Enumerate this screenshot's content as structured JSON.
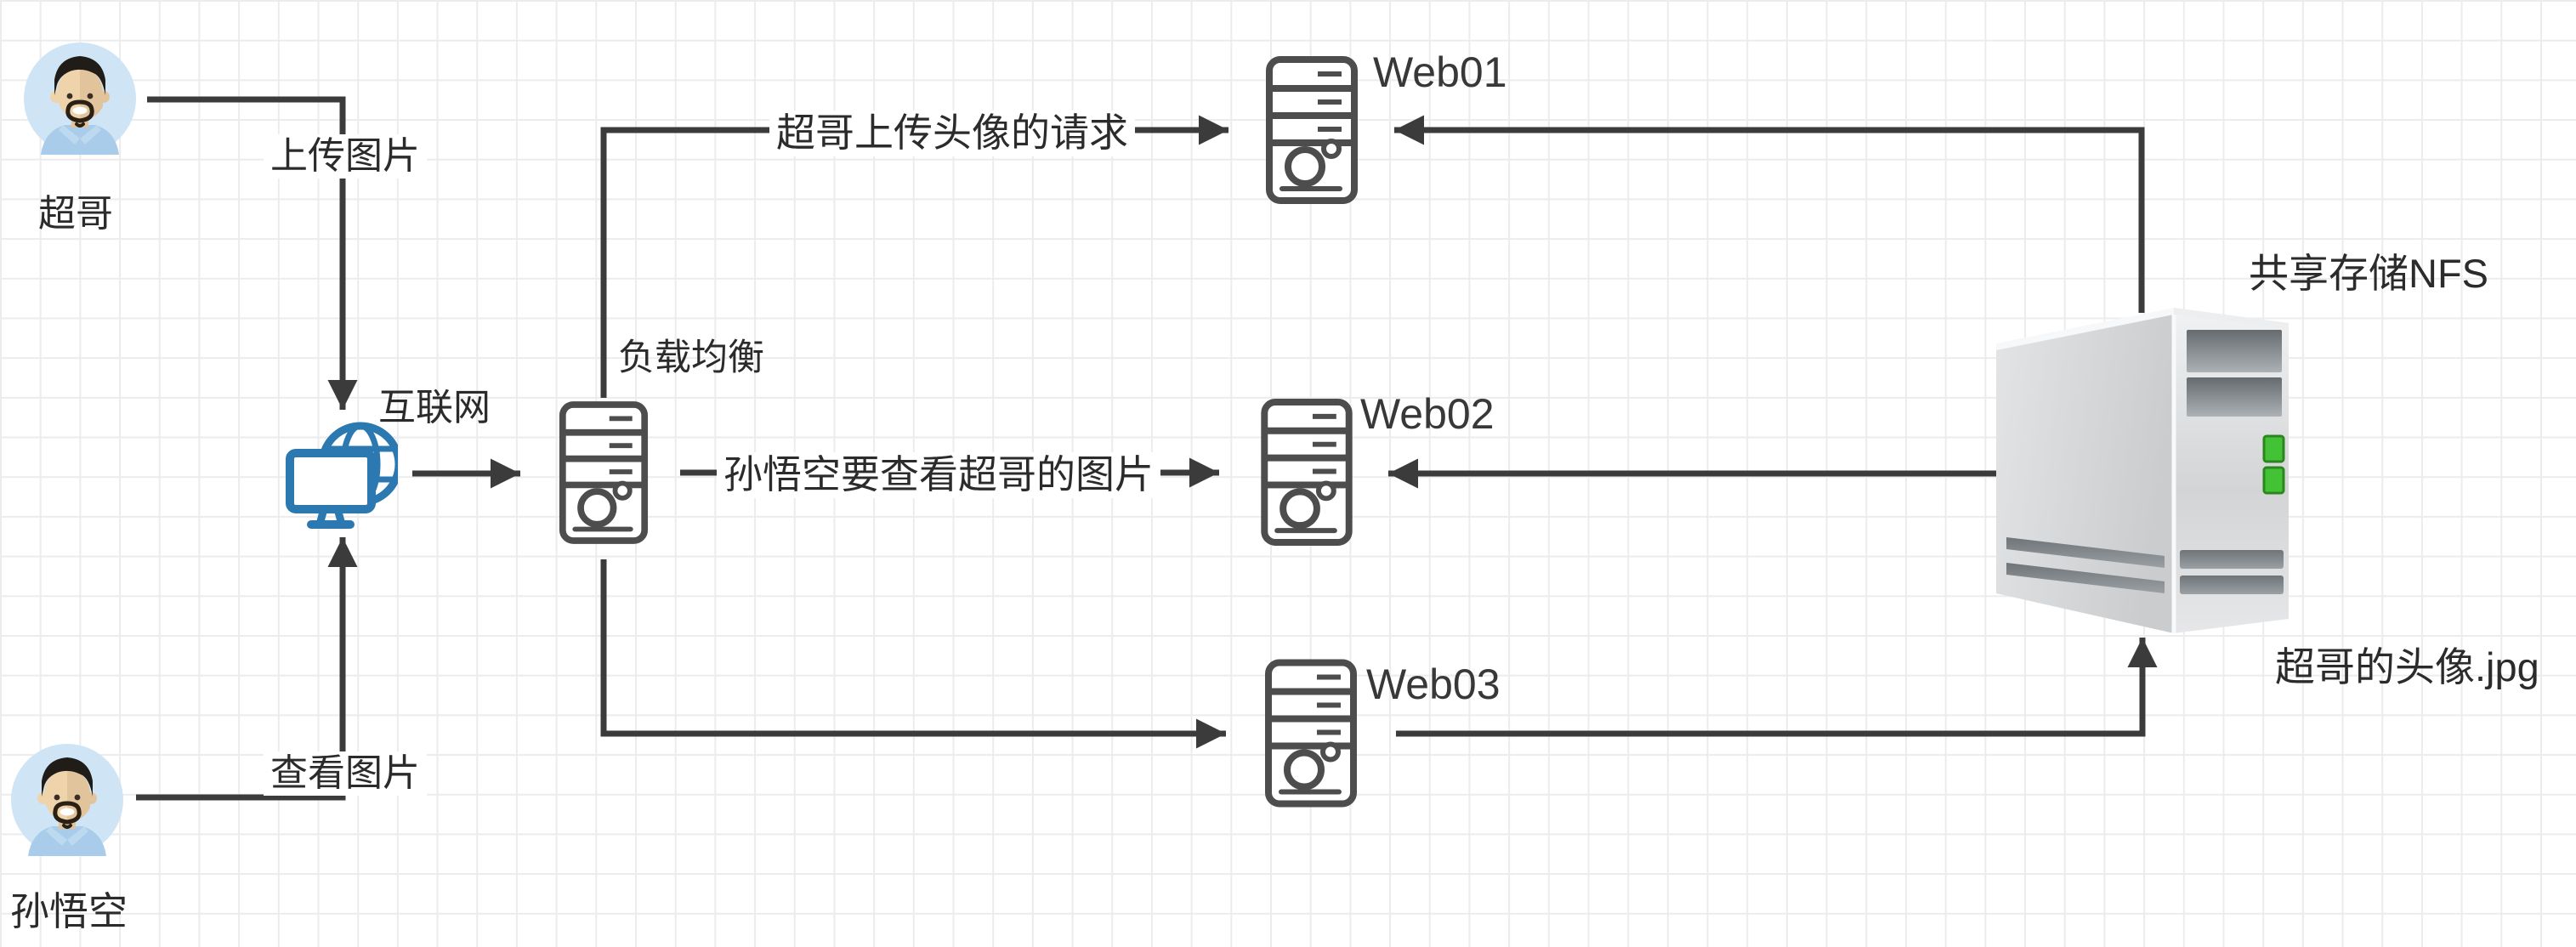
{
  "diagram_title": "NFS shared storage web architecture",
  "colors": {
    "background": "#ffffff",
    "grid_line": "#ececec",
    "connector": "#3b3b3b",
    "text": "#2b2b2b",
    "server_stroke": "#4d4d4d",
    "internet_blue": "#2b79b0",
    "led_green": "#44c235",
    "avatar_circle": "#cfe4f5",
    "avatar_skin": "#eed3ab",
    "avatar_hair": "#201c18",
    "avatar_shirt": "#a8cce9",
    "nfs_body_gray": "#d5d7d9"
  },
  "icons": {
    "user_top": "user-avatar-icon",
    "user_bottom": "user-avatar-icon",
    "internet": "internet-globe-monitor-icon",
    "load_balancer": "tower-server-icon",
    "web01": "tower-server-icon",
    "web02": "tower-server-icon",
    "web03": "tower-server-icon",
    "nfs": "nfs-storage-tower-icon"
  },
  "nodes": {
    "user_top": {
      "label": "超哥"
    },
    "user_bottom": {
      "label": "孙悟空"
    },
    "internet": {
      "label": "互联网"
    },
    "load_balancer": {
      "label": "负载均衡"
    },
    "web01": {
      "label": "Web01"
    },
    "web02": {
      "label": "Web02"
    },
    "web03": {
      "label": "Web03"
    },
    "nfs": {
      "label": "共享存储NFS",
      "file_label": "超哥的头像.jpg"
    }
  },
  "edges": {
    "upload": {
      "label": "上传图片",
      "from": "user_top",
      "to": "internet"
    },
    "view": {
      "label": "查看图片",
      "from": "user_bottom",
      "to": "internet"
    },
    "internet_to_lb": {
      "label": "",
      "from": "internet",
      "to": "load_balancer"
    },
    "upload_request": {
      "label": "超哥上传头像的请求",
      "from": "load_balancer",
      "to": "web01"
    },
    "view_request": {
      "label": "孙悟空要查看超哥的图片",
      "from": "load_balancer",
      "to": "web02"
    },
    "lb_to_web03": {
      "label": "",
      "from": "load_balancer",
      "to": "web03"
    },
    "nfs_to_web01": {
      "label": "",
      "from": "nfs",
      "to": "web01"
    },
    "nfs_to_web02": {
      "label": "",
      "from": "nfs",
      "to": "web02"
    },
    "web03_to_nfs": {
      "label": "",
      "from": "web03",
      "to": "nfs"
    }
  }
}
